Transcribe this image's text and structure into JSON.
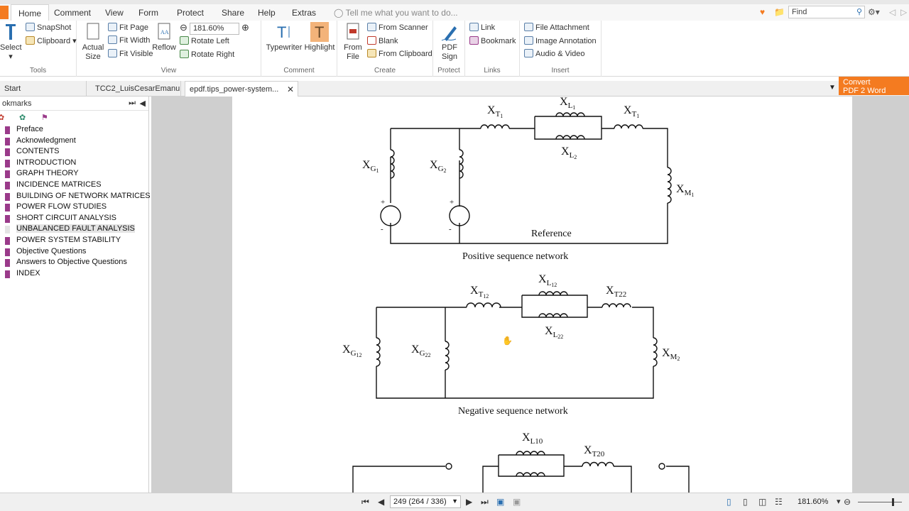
{
  "menu": [
    "Home",
    "Comment",
    "View",
    "Form",
    "Protect",
    "Share",
    "Help",
    "Extras"
  ],
  "tell_me": "Tell me what you want to do...",
  "find_placeholder": "Find",
  "ribbon": {
    "tools": {
      "label": "Tools",
      "select": "Select",
      "snapshot": "SnapShot",
      "clipboard": "Clipboard"
    },
    "view": {
      "label": "View",
      "actual_size": "Actual Size",
      "fit_page": "Fit Page",
      "fit_width": "Fit Width",
      "fit_visible": "Fit Visible",
      "reflow": "Reflow",
      "zoom": "181.60%",
      "rotate_left": "Rotate Left",
      "rotate_right": "Rotate Right"
    },
    "comment": {
      "label": "Comment",
      "typewriter": "Typewriter",
      "highlight": "Highlight"
    },
    "create": {
      "label": "Create",
      "from_file": "From File",
      "from_scanner": "From Scanner",
      "blank": "Blank",
      "from_clipboard": "From Clipboard"
    },
    "protect": {
      "label": "Protect",
      "pdf_sign": "PDF Sign"
    },
    "links": {
      "label": "Links",
      "link": "Link",
      "bookmark": "Bookmark"
    },
    "insert": {
      "label": "Insert",
      "file_attachment": "File Attachment",
      "image_annotation": "Image Annotation",
      "audio_video": "Audio & Video"
    }
  },
  "tabs": [
    "Start",
    "TCC2_LuisCesarEmanu...",
    "epdf.tips_power-system..."
  ],
  "convert": {
    "line1": "Convert",
    "line2": "PDF 2 Word"
  },
  "sidebar": {
    "title": "okmarks",
    "bookmarks": [
      "Preface",
      "Acknowledgment",
      "CONTENTS",
      "INTRODUCTION",
      "GRAPH THEORY",
      "INCIDENCE MATRICES",
      "BUILDING OF NETWORK MATRICES",
      "POWER FLOW STUDIES",
      "SHORT CIRCUIT ANALYSIS",
      "UNBALANCED FAULT ANALYSIS",
      "POWER SYSTEM STABILITY",
      "Objective Questions",
      "Answers to Objective Questions",
      "INDEX"
    ],
    "selected": "UNBALANCED FAULT ANALYSIS"
  },
  "doc": {
    "pos_caption": "Positive sequence network",
    "neg_caption": "Negative sequence network",
    "reference": "Reference",
    "X": "X",
    "pos": {
      "xt": "T",
      "xt_sub": "1",
      "xl1": "L",
      "xl1_sub": "1",
      "xl2": "L",
      "xl2_sub": "2",
      "xg1": "G",
      "xg1_sub": "1",
      "xg2": "G",
      "xg2_sub": "2",
      "xm": "M",
      "xm_sub": "1"
    },
    "neg": {
      "xt12": "T",
      "xt12_sub": "12",
      "xl12": "L",
      "xl12_sub": "12",
      "xt22": "T22",
      "xl22": "L",
      "xl22_sub": "22",
      "xg12": "G",
      "xg12_sub": "12",
      "xg22": "G",
      "xg22_sub": "22",
      "xm2": "M",
      "xm2_sub": "2"
    },
    "zero": {
      "xl10": "L10",
      "xt20": "T20"
    }
  },
  "status": {
    "page": "249 (264 / 336)",
    "zoom": "181.60%"
  }
}
